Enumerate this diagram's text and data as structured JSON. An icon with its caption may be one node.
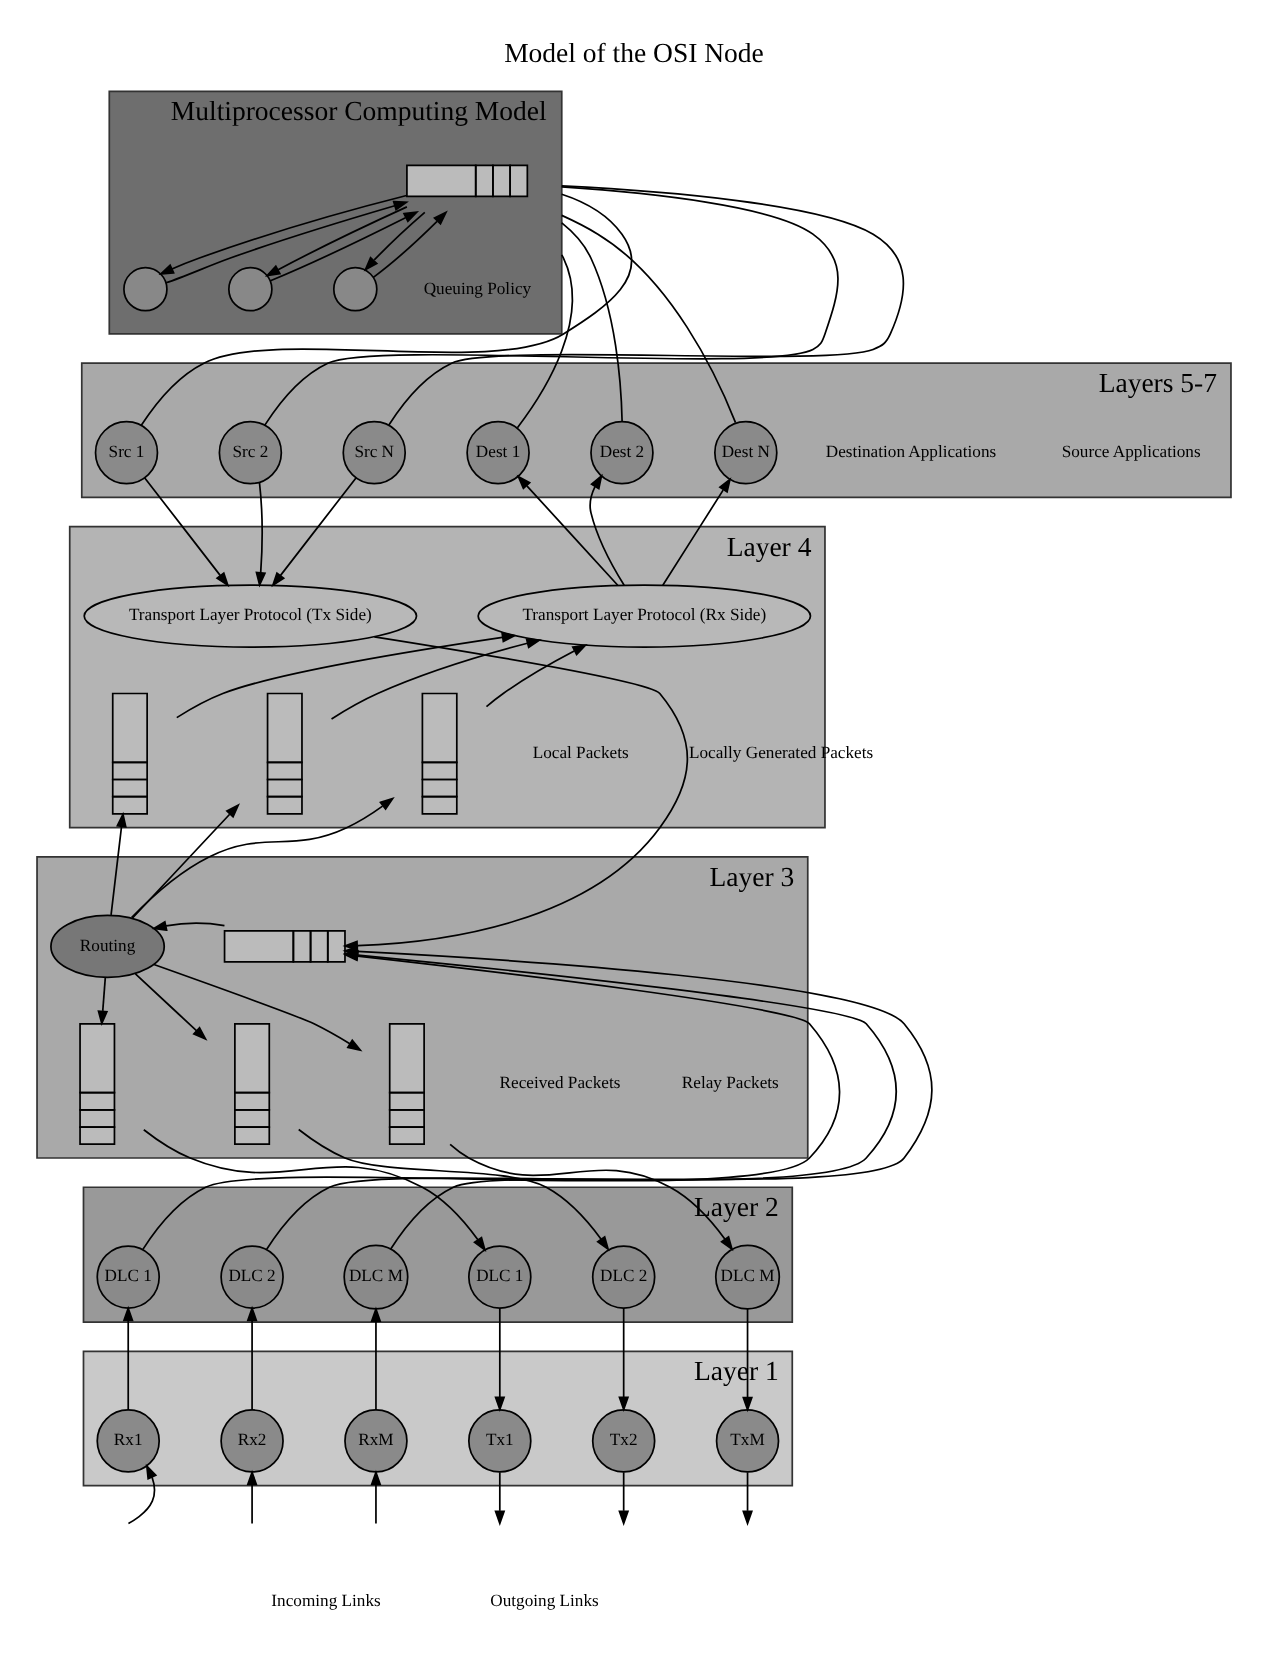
{
  "diagram": {
    "title": "Model of the OSI Node",
    "nodes": [
      {
        "text": [
          "Multiprocessor Computing Model"
        ]
      },
      {
        "text": [],
        "shape": "box",
        "in": 0
      },
      {
        "text": [],
        "shape": "circle",
        "in": 0
      },
      {
        "text": [],
        "shape": "circle",
        "in": 0
      },
      {
        "text": [],
        "shape": "circle",
        "in": 0
      },
      {
        "text": [
          "Layers 5-7"
        ]
      },
      {
        "text": [
          "Src 1"
        ],
        "in": 5
      },
      {
        "text": [
          "Src 2"
        ],
        "in": 5
      },
      {
        "text": [
          "Src N"
        ],
        "in": 5
      },
      {
        "text": [
          "Dest 1"
        ],
        "in": 5
      },
      {
        "text": [
          "Dest 2"
        ],
        "in": 5
      },
      {
        "text": [
          "Dest N"
        ],
        "in": 5
      },
      {
        "text": [
          "Layer 4"
        ]
      },
      {
        "text": [
          "Transport Layer Protocol (Tx Side)"
        ],
        "in": 12
      },
      {
        "text": [
          "Transport Layer Protocol (Rx Side)"
        ],
        "in": 12
      },
      {
        "text": [],
        "shape": "box",
        "in": 12
      },
      {
        "text": [],
        "shape": "box",
        "in": 12
      },
      {
        "text": [],
        "shape": "box",
        "in": 12
      },
      {
        "text": [
          "Layer 3"
        ]
      },
      {
        "text": [],
        "shape": "box",
        "in": 18
      },
      {
        "text": [
          "Routing"
        ],
        "in": 18
      },
      {
        "text": [],
        "shape": "box",
        "in": 18
      },
      {
        "text": [],
        "shape": "box",
        "in": 18
      },
      {
        "text": [],
        "shape": "box",
        "in": 18
      },
      {
        "text": [
          "Layer 2"
        ]
      },
      {
        "text": [
          "DLC 1"
        ],
        "in": 24
      },
      {
        "text": [
          "DLC 2"
        ],
        "in": 24
      },
      {
        "text": [
          "DLC M"
        ],
        "in": 24
      },
      {
        "text": [
          "DLC 1"
        ],
        "in": 24
      },
      {
        "text": [
          "DLC 2"
        ],
        "in": 24
      },
      {
        "text": [
          "DLC M"
        ],
        "in": 24
      },
      {
        "text": [
          "Layer 1"
        ]
      },
      {
        "text": [
          "Rx1"
        ],
        "in": 31
      },
      {
        "text": [
          "Rx2"
        ],
        "in": 31
      },
      {
        "text": [
          "RxM"
        ],
        "in": 31
      },
      {
        "text": [
          "Tx1"
        ],
        "in": 31
      },
      {
        "text": [
          "Tx2"
        ],
        "in": 31
      },
      {
        "text": [
          "TxM"
        ],
        "in": 31
      }
    ],
    "edges": [
      {
        "from": 1,
        "to": 2,
        "arrow": "to"
      },
      {
        "from": 1,
        "to": 3,
        "arrow": "to"
      },
      {
        "from": 1,
        "to": 4,
        "arrow": "to"
      },
      {
        "from": 2,
        "to": 1,
        "arrow": "to"
      },
      {
        "from": 3,
        "to": 1,
        "arrow": "to"
      },
      {
        "from": 4,
        "to": 1,
        "arrow": "to"
      },
      {
        "from": 6,
        "to": 0,
        "arrow": "none"
      },
      {
        "from": 7,
        "to": 0,
        "arrow": "none"
      },
      {
        "from": 8,
        "to": 0,
        "arrow": "none"
      },
      {
        "from": 0,
        "to": 9,
        "arrow": "none"
      },
      {
        "from": 0,
        "to": 10,
        "arrow": "none"
      },
      {
        "from": 0,
        "to": 11,
        "arrow": "none"
      },
      {
        "from": 6,
        "to": 13,
        "arrow": "to"
      },
      {
        "from": 7,
        "to": 13,
        "arrow": "to"
      },
      {
        "from": 8,
        "to": 13,
        "arrow": "to"
      },
      {
        "from": 14,
        "to": 9,
        "arrow": "to"
      },
      {
        "from": 14,
        "to": 10,
        "arrow": "to"
      },
      {
        "from": 14,
        "to": 11,
        "arrow": "to"
      },
      {
        "from": 15,
        "to": 14,
        "arrow": "to"
      },
      {
        "from": 16,
        "to": 14,
        "arrow": "to"
      },
      {
        "from": 17,
        "to": 14,
        "arrow": "to"
      },
      {
        "from": 13,
        "to": 19,
        "label": "Locally Generated Packets",
        "arrow": "to"
      },
      {
        "from": 19,
        "to": 20,
        "arrow": "to"
      },
      {
        "from": 20,
        "to": 15,
        "arrow": "to"
      },
      {
        "from": 20,
        "to": 16,
        "arrow": "to"
      },
      {
        "from": 20,
        "to": 17,
        "arrow": "to"
      },
      {
        "from": 20,
        "to": 21,
        "arrow": "to"
      },
      {
        "from": 20,
        "to": 22,
        "arrow": "to"
      },
      {
        "from": 20,
        "to": 23,
        "arrow": "to"
      },
      {
        "from": 25,
        "to": 19,
        "arrow": "to"
      },
      {
        "from": 26,
        "to": 19,
        "arrow": "to"
      },
      {
        "from": 27,
        "to": 19,
        "arrow": "to"
      },
      {
        "from": 21,
        "to": 28,
        "arrow": "to"
      },
      {
        "from": 22,
        "to": 29,
        "arrow": "to"
      },
      {
        "from": 23,
        "to": 30,
        "arrow": "to"
      },
      {
        "from": 32,
        "to": 25,
        "arrow": "to"
      },
      {
        "from": 33,
        "to": 26,
        "arrow": "to"
      },
      {
        "from": 34,
        "to": 27,
        "arrow": "to"
      },
      {
        "from": 28,
        "to": 35,
        "arrow": "to"
      },
      {
        "from": 29,
        "to": 36,
        "arrow": "to"
      },
      {
        "from": 30,
        "to": 37,
        "arrow": "to"
      },
      {
        "from": null,
        "to": 32,
        "arrow": "to"
      },
      {
        "from": null,
        "to": 33,
        "arrow": "to"
      },
      {
        "from": null,
        "to": 34,
        "arrow": "to"
      },
      {
        "from": 35,
        "to": null,
        "arrow": "to"
      },
      {
        "from": 36,
        "to": null,
        "arrow": "to"
      },
      {
        "from": 37,
        "to": null,
        "arrow": "to"
      }
    ],
    "labels": [
      "Queuing Policy",
      "Source Applications",
      "Destination Applications",
      "Local Packets",
      "Relay Packets",
      "Received Packets",
      "Incoming Links",
      "Outgoing Links"
    ]
  }
}
